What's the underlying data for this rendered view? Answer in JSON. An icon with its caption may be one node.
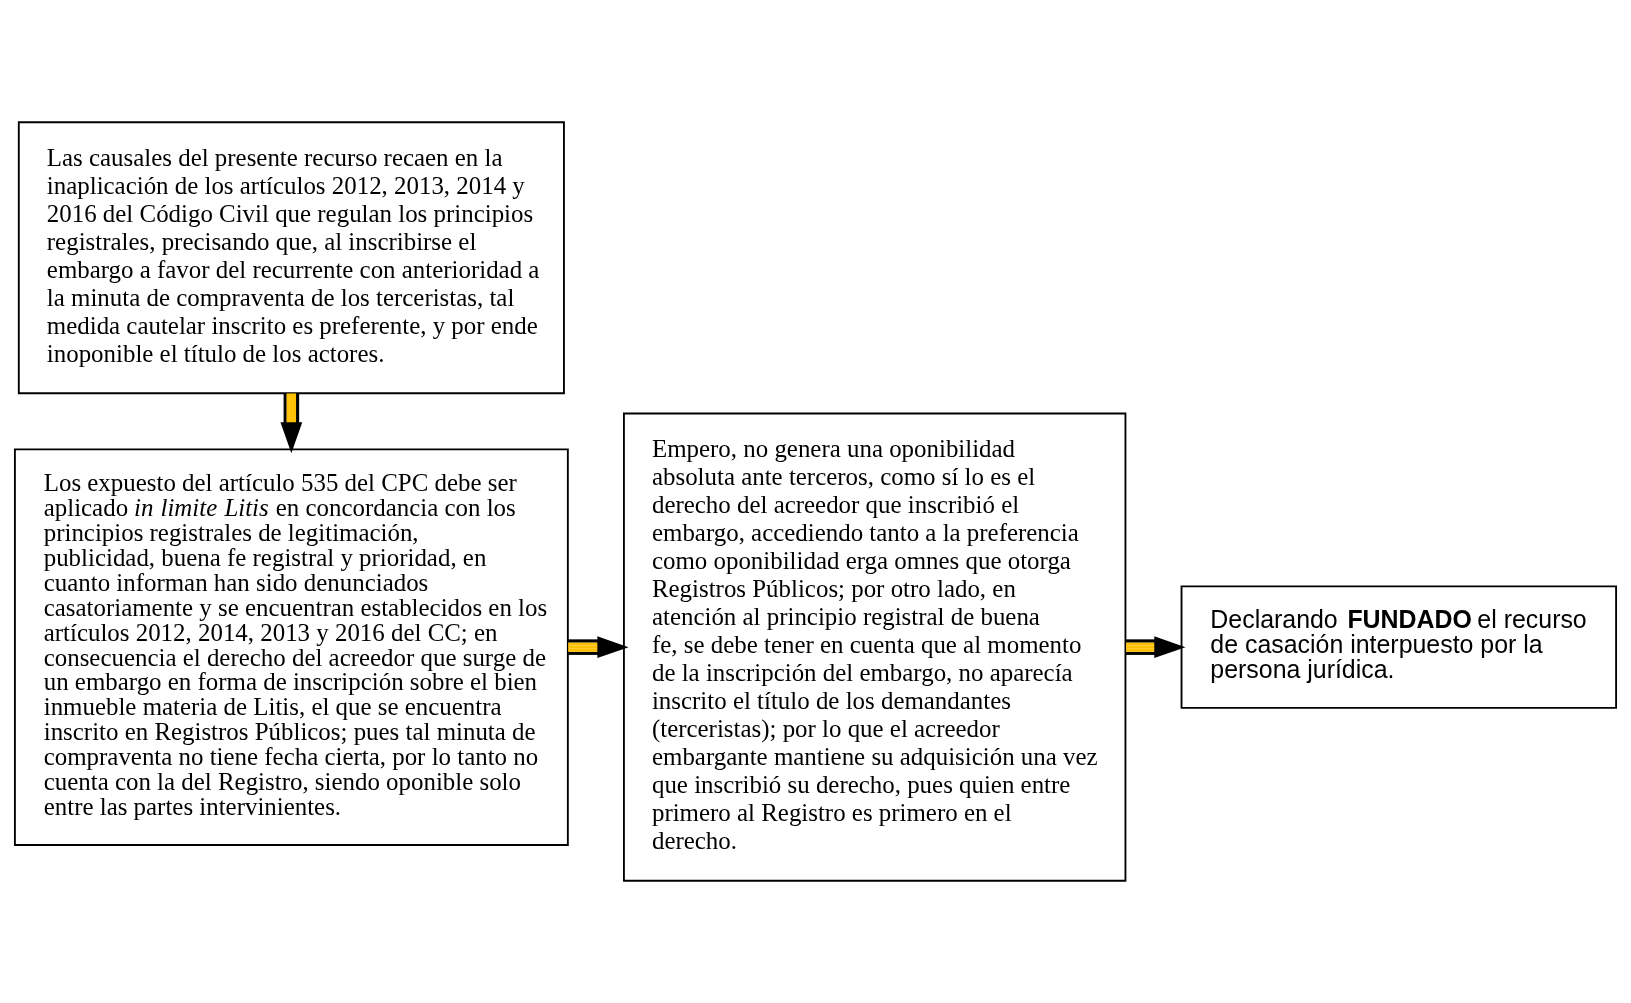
{
  "diagram": {
    "nodes": [
      {
        "text": [
          "Las causales del presente recurso recaen en la inaplicación de los artículos 2012, 2013, 2014 y 2016 del Código Civil que regulan los principios registrales, precisando que, al inscribirse el embargo a favor del recurrente con anterioridad a la minuta de compraventa de los terceristas, tal medida cautelar inscrito es preferente, y por ende inoponible el título de los actores."
        ]
      },
      {
        "text": [
          "Los expuesto del artículo 535 del CPC debe ser aplicado *in limite Litis* en concordancia con los principios registrales de legitimación, publicidad, buena fe registral y prioridad, en cuanto informan han sido denunciados casatoriamente y se encuentran establecidos en los artículos 2012, 2014, 2013 y 2016 del CC; en consecuencia el derecho del acreedor que surge de un embargo en forma de inscripción sobre el bien inmueble materia de Litis, el que se encuentra inscrito en Registros Públicos; pues tal minuta de compraventa no tiene fecha cierta, por lo tanto no cuenta con la del Registro, siendo oponible solo entre las partes intervinientes."
        ]
      },
      {
        "text": [
          "Empero, no genera una oponibilidad absoluta ante terceros, como sí lo es el derecho del acreedor que inscribió el embargo, accediendo tanto a la preferencia como oponibilidad erga omnes que otorga Registros Públicos; por otro lado, en atención al principio registral de buena fe, se debe tener en cuenta que al momento de la inscripción del embargo, no aparecía inscrito el título de los demandantes (terceristas); por lo que el acreedor embargante mantiene su adquisición una vez que inscribió su derecho, pues quien entre primero al Registro es primero en el derecho."
        ]
      },
      {
        "text": [
          "Declarando **FUNDADO** el recurso de casación interpuesto por la persona jurídica."
        ]
      }
    ],
    "edges": [
      {
        "from": 0,
        "to": 1,
        "arrow": "to"
      },
      {
        "from": 1,
        "to": 2,
        "arrow": "to"
      },
      {
        "from": 2,
        "to": 3,
        "arrow": "to"
      }
    ]
  }
}
